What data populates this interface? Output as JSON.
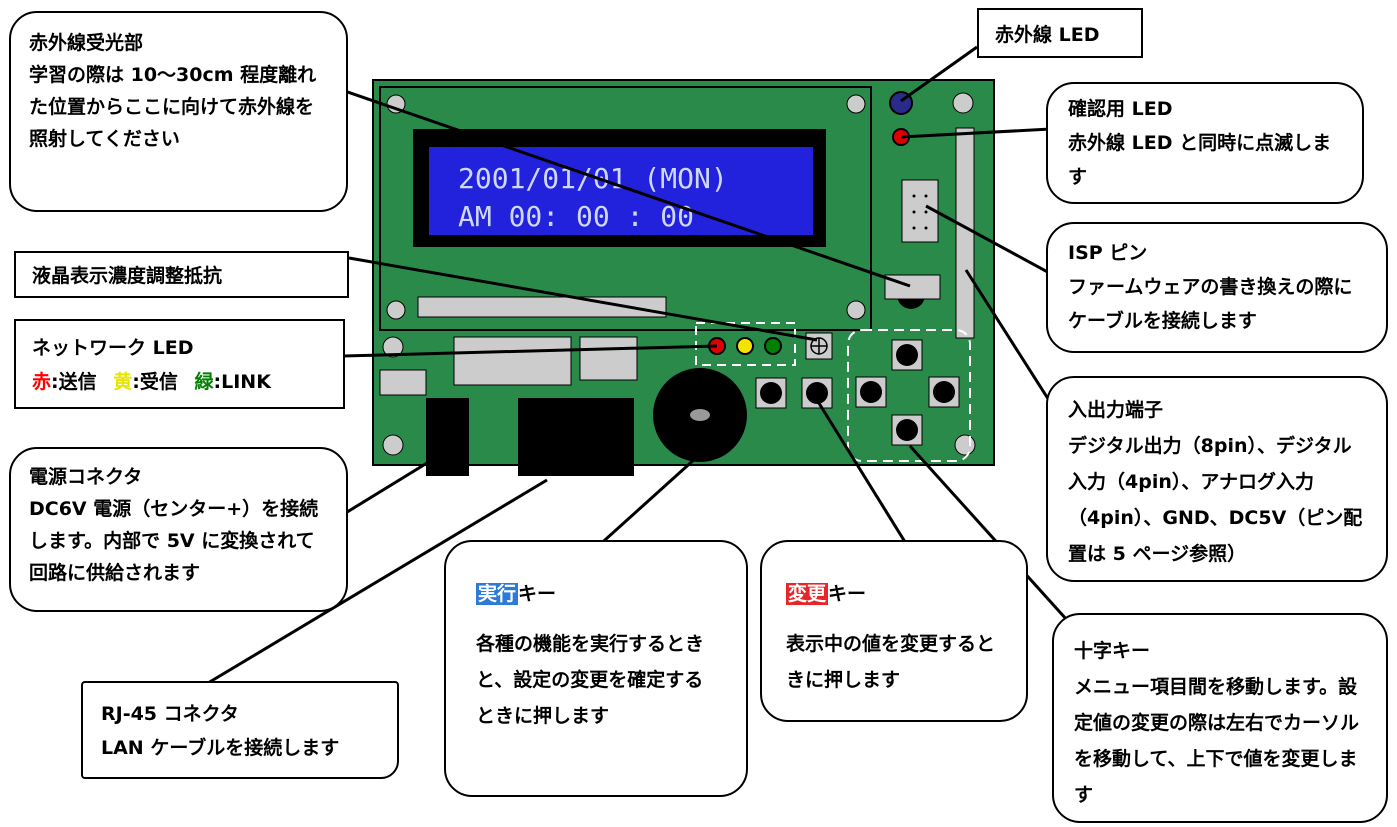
{
  "lcd": {
    "line1": "2001/01/01 (MON)",
    "line2": "AM 00: 00 : 00"
  },
  "callouts": {
    "ir_receiver": {
      "title": "赤外線受光部",
      "body": "学習の際は 10～30cm 程度離れた位置からここに向けて赤外線を照射してください"
    },
    "contrast": {
      "title": "液晶表示濃度調整抵抗"
    },
    "network_led": {
      "title": "ネットワーク LED",
      "red_label": "赤",
      "red_text": ":送信",
      "yellow_label": "黄",
      "yellow_text": ":受信",
      "green_label": "緑",
      "green_text": ":LINK"
    },
    "power": {
      "title": "電源コネクタ",
      "body": "DC6V 電源（センター+）を接続します。内部で 5V に変換されて回路に供給されます"
    },
    "rj45": {
      "title": "RJ-45 コネクタ",
      "body": "LAN ケーブルを接続します"
    },
    "exec_key": {
      "title_highlight": "実行",
      "title_rest": "キー",
      "body": "各種の機能を実行するときと、設定の変更を確定するときに押します"
    },
    "change_key": {
      "title_highlight": "変更",
      "title_rest": "キー",
      "body": "表示中の値を変更するときに押します"
    },
    "ir_led": {
      "title": "赤外線 LED"
    },
    "confirm_led": {
      "title": "確認用 LED",
      "body": "赤外線 LED と同時に点滅します"
    },
    "isp": {
      "title": "ISP ピン",
      "body": "ファームウェアの書き換えの際にケーブルを接続します"
    },
    "io": {
      "title": "入出力端子",
      "body": "デジタル出力（8pin）、デジタル入力（4pin）、アナログ入力（4pin）、GND、DC5V（ピン配置は 5 ページ参照）"
    },
    "cross_key": {
      "title": "十字キー",
      "body": "メニュー項目間を移動します。設定値の変更の際は左右でカーソルを移動して、上下で値を変更します"
    }
  },
  "colors": {
    "board": "#2a8a4a",
    "lcd": "#2222dd",
    "lcd_text": "#d0d8ff",
    "exec_highlight": "#2e7bd6",
    "change_highlight": "#e8262a"
  }
}
